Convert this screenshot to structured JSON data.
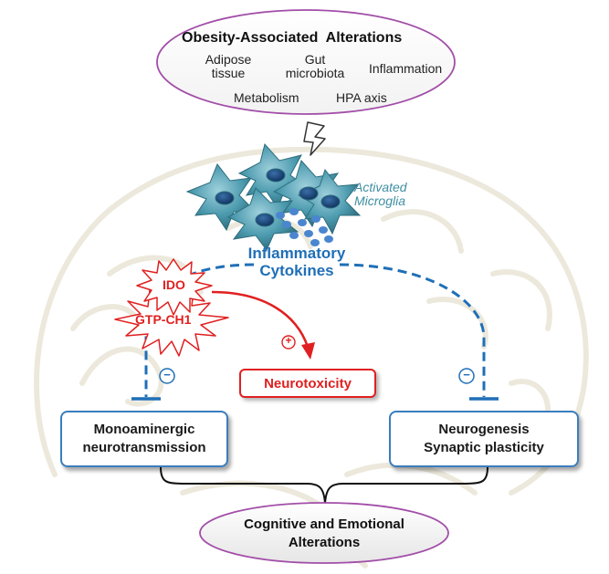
{
  "obesity": {
    "title": "Obesity-Associated  Alterations",
    "adipose_line1": "Adipose",
    "adipose_line2": "tissue",
    "gut_line1": "Gut",
    "gut_line2": "microbiota",
    "inflammation": "Inflammation",
    "metabolism": "Metabolism",
    "hpa": "HPA axis"
  },
  "microglia": {
    "line1": "Activated",
    "line2": "Microglia"
  },
  "cytokines": {
    "line1": "Inflammatory",
    "line2": "Cytokines"
  },
  "enzymes": {
    "ido": "IDO",
    "gtp": "GTP-CH1"
  },
  "signs": {
    "plus": "+",
    "minus": "−"
  },
  "neurotoxicity": "Neurotoxicity",
  "left_box": {
    "line1": "Monoaminergic",
    "line2": "neurotransmission"
  },
  "right_box": {
    "line1": "Neurogenesis",
    "line2": "Synaptic plasticity"
  },
  "outcome": {
    "line1": "Cognitive and Emotional",
    "line2": "Alterations"
  },
  "colors": {
    "inhibition_blue": "#1f6fb7",
    "activation_red": "#e02020",
    "ellipse_border": "#a24ea8",
    "microglia": "#3f8fa3",
    "cytokine_dots": "#4a86cf"
  }
}
